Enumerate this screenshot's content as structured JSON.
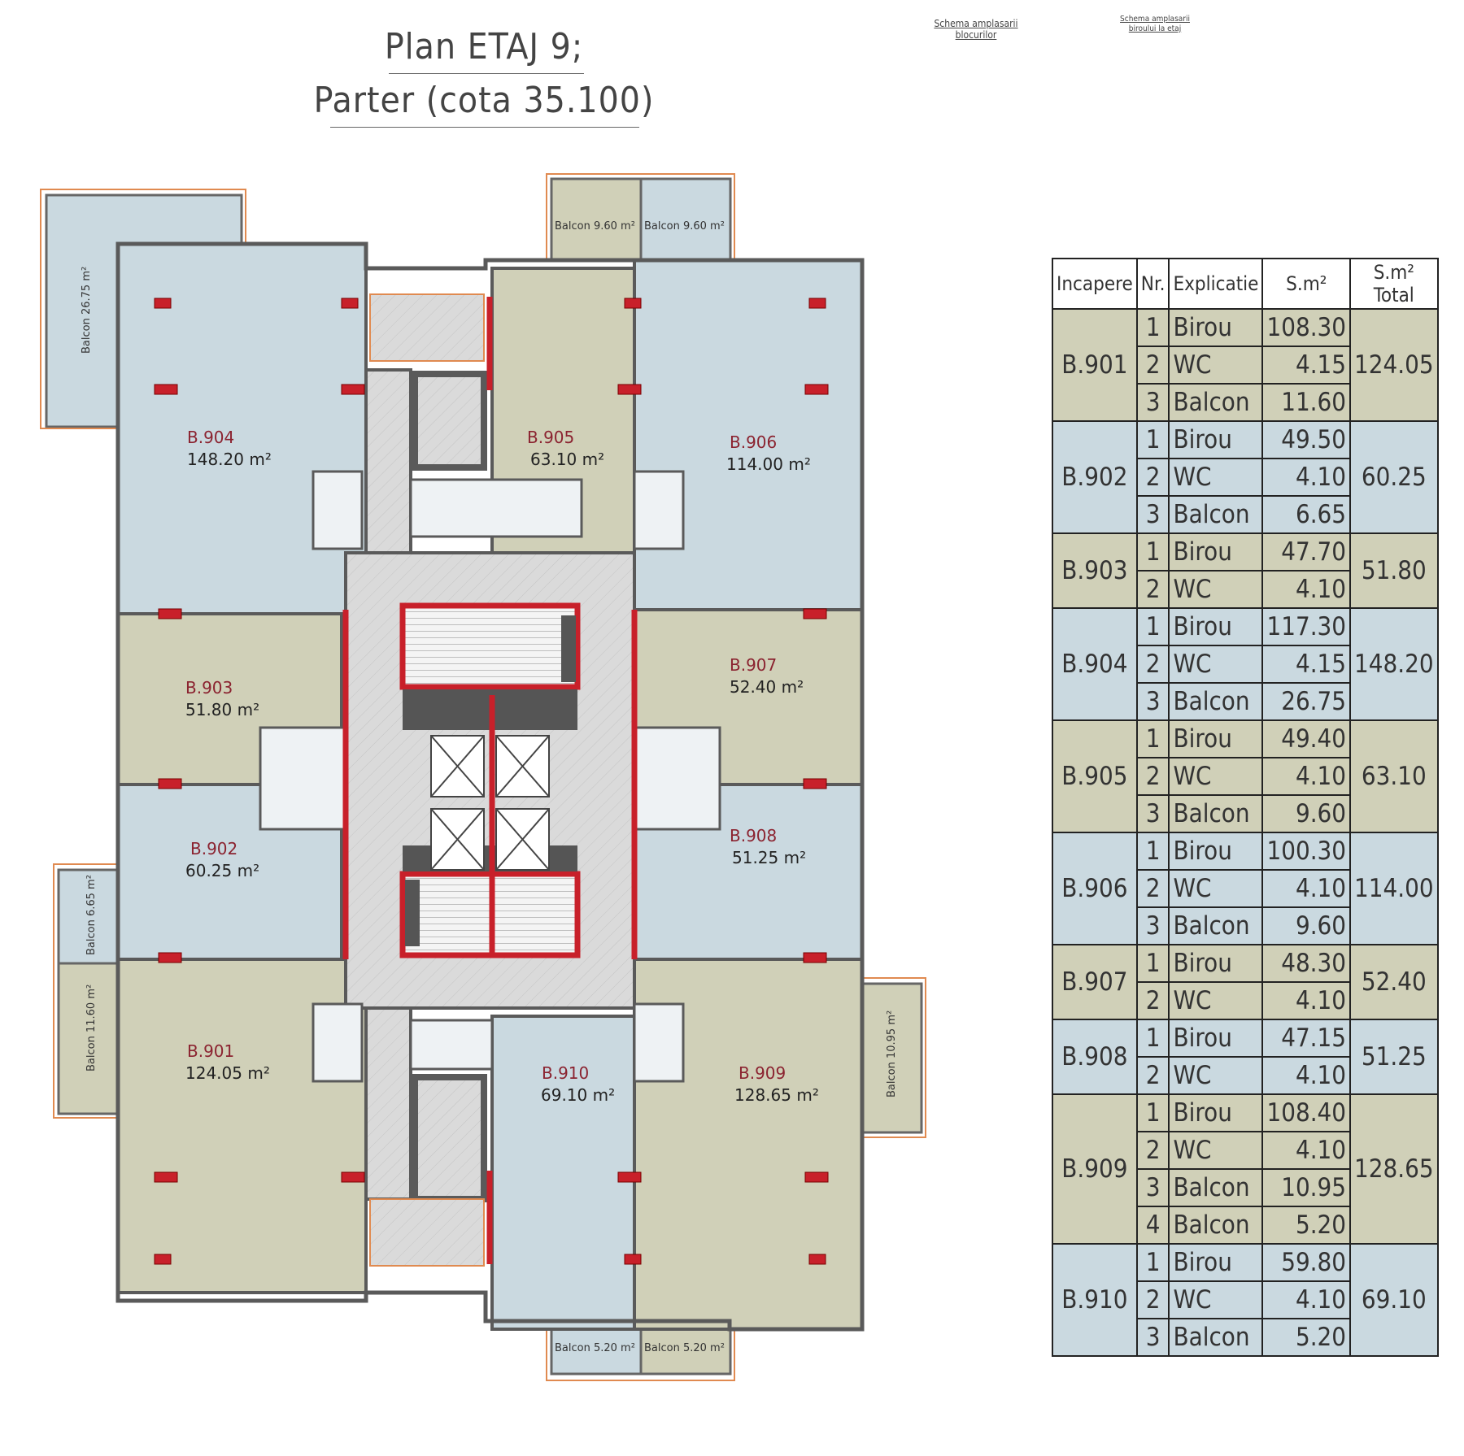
{
  "title": {
    "line1": "Plan ETAJ 9;",
    "line2": "Parter (cota 35.100)"
  },
  "schema_blocks_caption": [
    "Schema amplasarii",
    "blocurilor"
  ],
  "schema_office_caption": [
    "Schema amplasarii",
    "biroului la etaj"
  ],
  "colors": {
    "olive_room": "#d0d0b8",
    "blue_room": "#cad9e0",
    "wall": "#5a5a5a",
    "fire_wall": "#c8202a",
    "core": "#dcdcdc"
  },
  "rooms": [
    {
      "id": "B.901",
      "area": "124.05 m²"
    },
    {
      "id": "B.902",
      "area": "60.25 m²"
    },
    {
      "id": "B.903",
      "area": "51.80 m²"
    },
    {
      "id": "B.904",
      "area": "148.20 m²"
    },
    {
      "id": "B.905",
      "area": "63.10 m²"
    },
    {
      "id": "B.906",
      "area": "114.00 m²"
    },
    {
      "id": "B.907",
      "area": "52.40 m²"
    },
    {
      "id": "B.908",
      "area": "51.25 m²"
    },
    {
      "id": "B.909",
      "area": "128.65 m²"
    },
    {
      "id": "B.910",
      "area": "69.10 m²"
    }
  ],
  "balconies": [
    {
      "label": "Balcon 26.75 m²"
    },
    {
      "label": "Balcon 9.60 m²"
    },
    {
      "label": "Balcon 9.60 m²"
    },
    {
      "label": "Balcon 6.65 m²"
    },
    {
      "label": "Balcon 11.60 m²"
    },
    {
      "label": "Balcon 10.95 m²"
    },
    {
      "label": "Balcon 5.20 m²"
    },
    {
      "label": "Balcon 5.20 m²"
    }
  ],
  "table": {
    "headers": {
      "incapere": "Incapere",
      "nr": "Nr.",
      "explicatie": "Explicatie",
      "sm": "S.m²",
      "total_top": "S.m²",
      "total_bottom": "Total"
    },
    "groups": [
      {
        "id": "B.901",
        "total": "124.05",
        "rows": [
          {
            "nr": "1",
            "exp": "Birou",
            "area": "108.30"
          },
          {
            "nr": "2",
            "exp": "WC",
            "area": "4.15"
          },
          {
            "nr": "3",
            "exp": "Balcon",
            "area": "11.60"
          }
        ]
      },
      {
        "id": "B.902",
        "total": "60.25",
        "rows": [
          {
            "nr": "1",
            "exp": "Birou",
            "area": "49.50"
          },
          {
            "nr": "2",
            "exp": "WC",
            "area": "4.10"
          },
          {
            "nr": "3",
            "exp": "Balcon",
            "area": "6.65"
          }
        ]
      },
      {
        "id": "B.903",
        "total": "51.80",
        "rows": [
          {
            "nr": "1",
            "exp": "Birou",
            "area": "47.70"
          },
          {
            "nr": "2",
            "exp": "WC",
            "area": "4.10"
          }
        ]
      },
      {
        "id": "B.904",
        "total": "148.20",
        "rows": [
          {
            "nr": "1",
            "exp": "Birou",
            "area": "117.30"
          },
          {
            "nr": "2",
            "exp": "WC",
            "area": "4.15"
          },
          {
            "nr": "3",
            "exp": "Balcon",
            "area": "26.75"
          }
        ]
      },
      {
        "id": "B.905",
        "total": "63.10",
        "rows": [
          {
            "nr": "1",
            "exp": "Birou",
            "area": "49.40"
          },
          {
            "nr": "2",
            "exp": "WC",
            "area": "4.10"
          },
          {
            "nr": "3",
            "exp": "Balcon",
            "area": "9.60"
          }
        ]
      },
      {
        "id": "B.906",
        "total": "114.00",
        "rows": [
          {
            "nr": "1",
            "exp": "Birou",
            "area": "100.30"
          },
          {
            "nr": "2",
            "exp": "WC",
            "area": "4.10"
          },
          {
            "nr": "3",
            "exp": "Balcon",
            "area": "9.60"
          }
        ]
      },
      {
        "id": "B.907",
        "total": "52.40",
        "rows": [
          {
            "nr": "1",
            "exp": "Birou",
            "area": "48.30"
          },
          {
            "nr": "2",
            "exp": "WC",
            "area": "4.10"
          }
        ]
      },
      {
        "id": "B.908",
        "total": "51.25",
        "rows": [
          {
            "nr": "1",
            "exp": "Birou",
            "area": "47.15"
          },
          {
            "nr": "2",
            "exp": "WC",
            "area": "4.10"
          }
        ]
      },
      {
        "id": "B.909",
        "total": "128.65",
        "rows": [
          {
            "nr": "1",
            "exp": "Birou",
            "area": "108.40"
          },
          {
            "nr": "2",
            "exp": "WC",
            "area": "4.10"
          },
          {
            "nr": "3",
            "exp": "Balcon",
            "area": "10.95"
          },
          {
            "nr": "4",
            "exp": "Balcon",
            "area": "5.20"
          }
        ]
      },
      {
        "id": "B.910",
        "total": "69.10",
        "rows": [
          {
            "nr": "1",
            "exp": "Birou",
            "area": "59.80"
          },
          {
            "nr": "2",
            "exp": "WC",
            "area": "4.10"
          },
          {
            "nr": "3",
            "exp": "Balcon",
            "area": "5.20"
          }
        ]
      }
    ]
  }
}
